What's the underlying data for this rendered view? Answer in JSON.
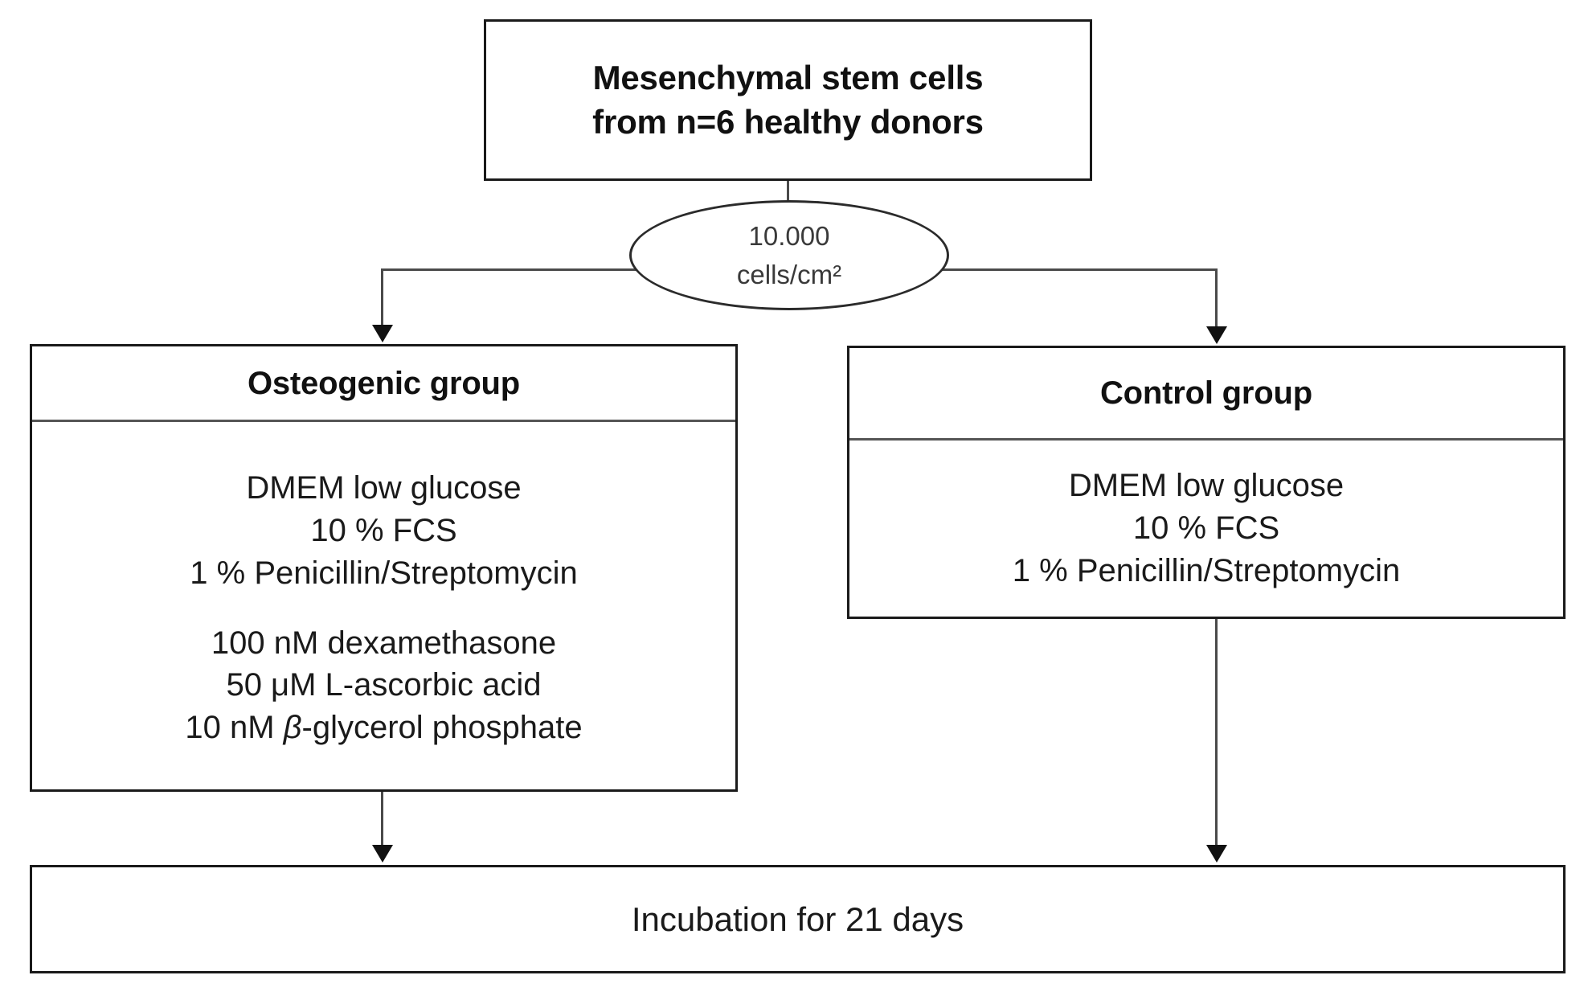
{
  "diagram": {
    "title_node": {
      "name": "mesenchymal-stem-cells",
      "line1": "Mesenchymal stem cells",
      "line2": "from n=6 healthy donors"
    },
    "seeding": {
      "name": "seeding-density",
      "line1": "10.000",
      "line2": "cells/cm²"
    },
    "osteogenic_group": {
      "header": "Osteogenic group",
      "medium": [
        "DMEM low glucose",
        "10 % FCS",
        "1 % Penicillin/Streptomycin"
      ],
      "supplements": [
        "100 nM dexamethasone",
        "50 μM L-ascorbic acid"
      ],
      "supplement_beta_prefix": "10 nM ",
      "supplement_beta_symbol": "β",
      "supplement_beta_suffix": "-glycerol phosphate"
    },
    "control_group": {
      "header": "Control group",
      "medium": [
        "DMEM low glucose",
        "10 % FCS",
        "1 % Penicillin/Streptomycin"
      ]
    },
    "incubation": {
      "label": "Incubation for 21 days"
    }
  },
  "colors": {
    "box_border": "#1a1a1a",
    "divider": "#555555",
    "connector": "#4a4a4a",
    "text": "#1a1a1a",
    "background": "#ffffff"
  }
}
